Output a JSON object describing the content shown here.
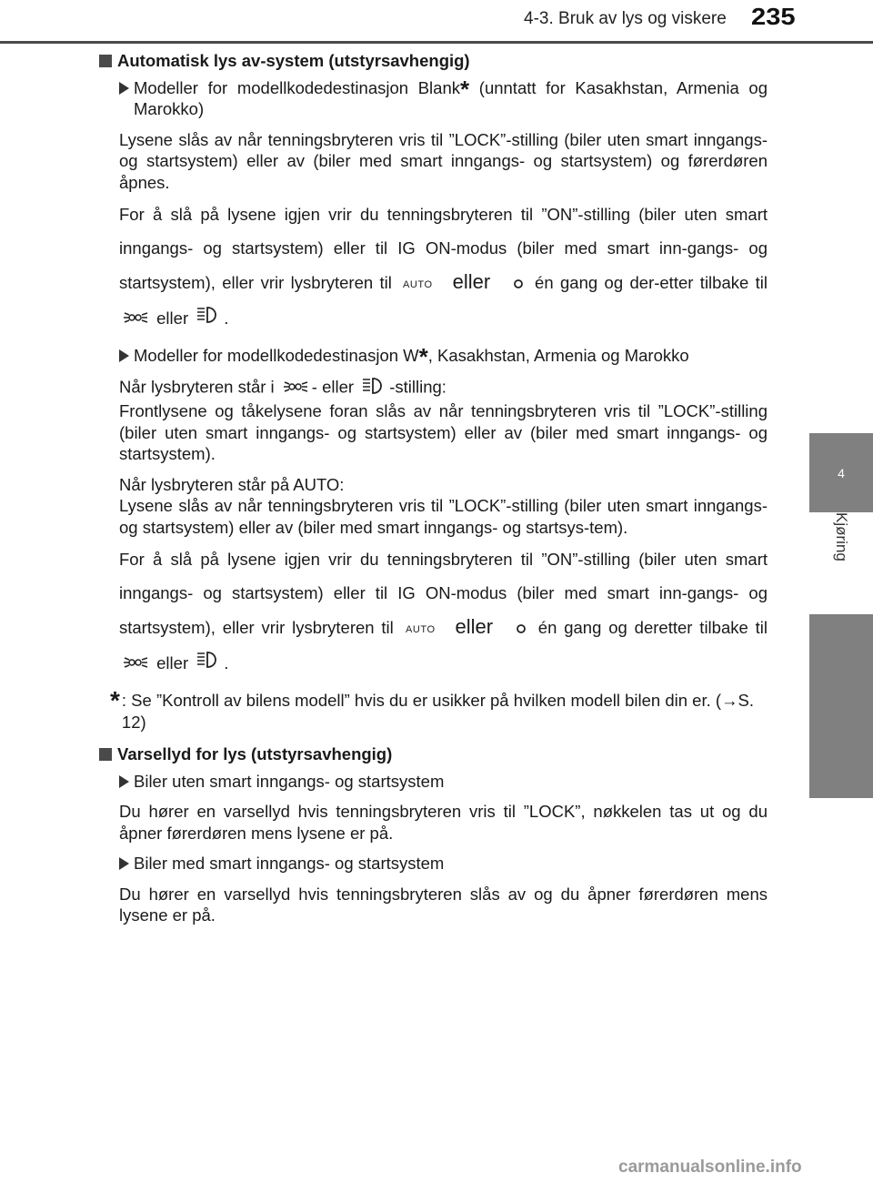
{
  "header": {
    "section": "4-3. Bruk av lys og viskere",
    "page_number": "235"
  },
  "side_tab": {
    "number": "4",
    "label": "Kjøring"
  },
  "sections": {
    "auto_off": {
      "heading": "Automatisk lys av-system (utstyrsavhengig)",
      "b1_a": "Modeller for modellkodedestinasjon Blank",
      "b1_b": " (unntatt for Kasakhstan, Armenia og Marokko)",
      "p1": "Lysene slås av når tenningsbryteren vris til ”LOCK”-stilling (biler uten smart inngangs- og startsystem) eller av (biler med smart inngangs- og startsystem) og førerdøren åpnes.",
      "p2_a": "For å slå på lysene igjen vrir du tenningsbryteren til ”ON”-stilling (biler uten smart inngangs- og startsystem) eller til IG ON-modus (biler med smart inn-gangs- og startsystem), eller vrir lysbryteren til",
      "p2_eller": "eller",
      "p2_b": "én gang og der-etter tilbake til",
      "p2_eller2": "eller",
      "p2_end": ".",
      "b2_a": "Modeller for modellkodedestinasjon W",
      "b2_b": ", Kasakhstan, Armenia og Marokko",
      "p3_a": "Når lysbryteren står i",
      "p3_b": "- eller",
      "p3_c": "-stilling:",
      "p3_d": "Frontlysene og tåkelysene foran slås av når tenningsbryteren vris til ”LOCK”-stilling (biler uten smart inngangs- og startsystem) eller av (biler med smart inngangs- og startsystem).",
      "p4_a": "Når lysbryteren står på AUTO:",
      "p4_b": "Lysene slås av når tenningsbryteren vris til ”LOCK”-stilling (biler uten smart inngangs- og startsystem) eller av (biler med smart inngangs- og startsys-tem).",
      "p5_a": "For å slå på lysene igjen vrir du tenningsbryteren til ”ON”-stilling (biler uten smart inngangs- og startsystem) eller til IG ON-modus (biler med smart inn-gangs- og startsystem), eller vrir lysbryteren til",
      "p5_eller": "eller",
      "p5_b": "én gang og deretter tilbake til",
      "p5_eller2": "eller",
      "p5_end": ".",
      "footnote": ": Se ”Kontroll av bilens modell” hvis du er usikker på hvilken modell bilen din er. (→S. 12)"
    },
    "warning": {
      "heading": "Varsellyd for lys (utstyrsavhengig)",
      "b1": "Biler uten smart inngangs- og startsystem",
      "p1": "Du hører en varsellyd hvis tenningsbryteren vris til ”LOCK”, nøkkelen tas ut og du åpner førerdøren mens lysene er på.",
      "b2": "Biler med smart inngangs- og startsystem",
      "p2": "Du hører en varsellyd hvis tenningsbryteren slås av og du åpner førerdøren mens lysene er på."
    }
  },
  "star": "*",
  "icons": {
    "auto": "AUTO",
    "off": "off-circle-icon",
    "tail": "tail-light-icon",
    "headlight": "headlight-icon"
  },
  "watermark": "carmanualsonline.info"
}
